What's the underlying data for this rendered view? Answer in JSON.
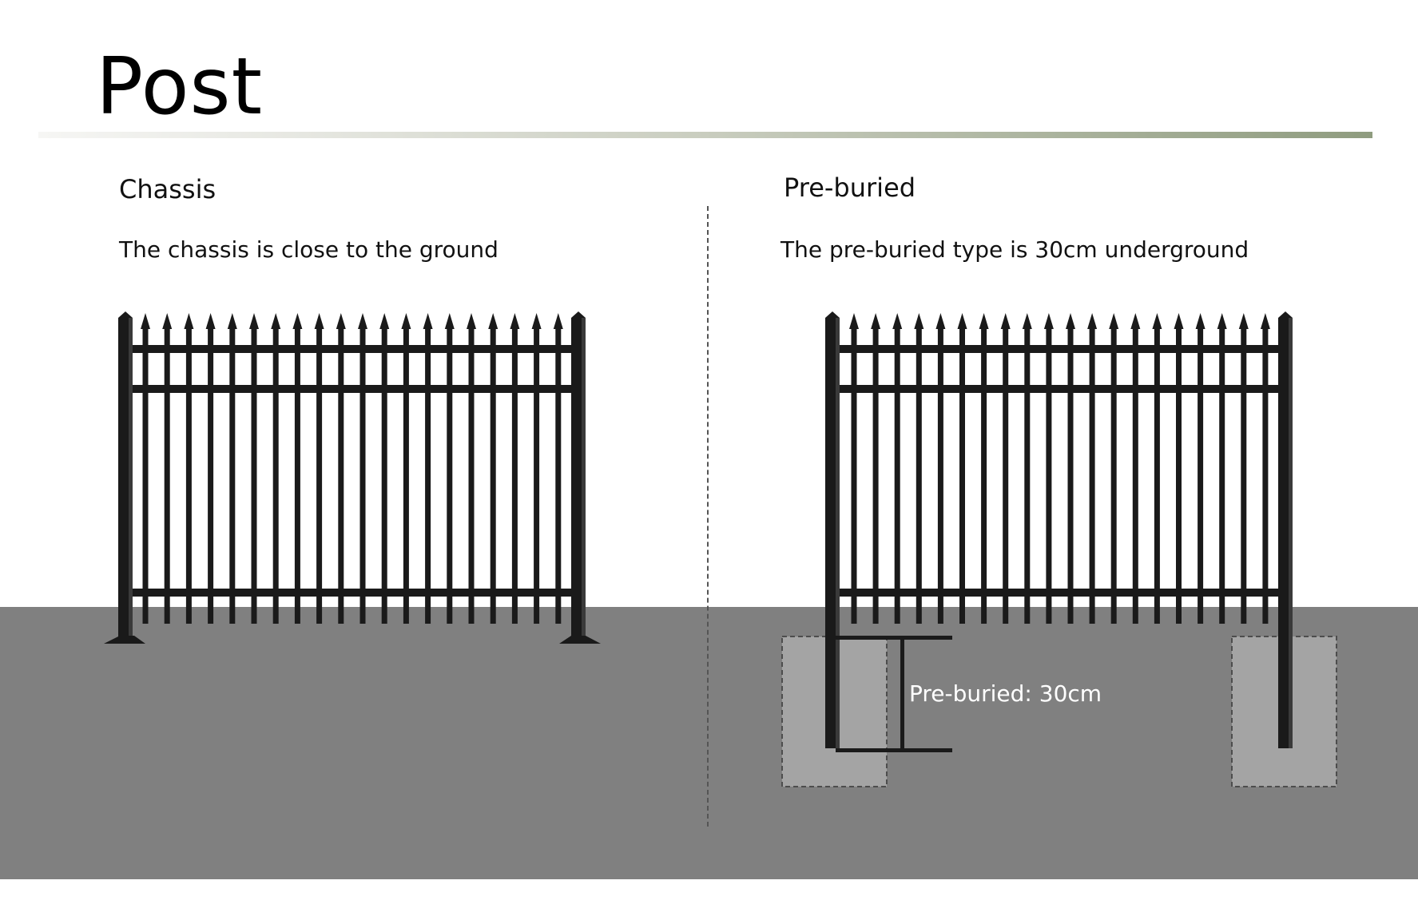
{
  "page": {
    "title": "Post"
  },
  "left": {
    "heading": "Chassis",
    "description": "The chassis is close to the ground"
  },
  "right": {
    "heading": "Pre-buried",
    "description": "The  pre-buried type is 30cm underground",
    "dimension_label": "Pre-buried: 30cm"
  },
  "colors": {
    "fence": "#1a1a1a",
    "ground": "#808080",
    "footing": "#a4a4a4",
    "accent_rule": "#8f9c7f"
  }
}
